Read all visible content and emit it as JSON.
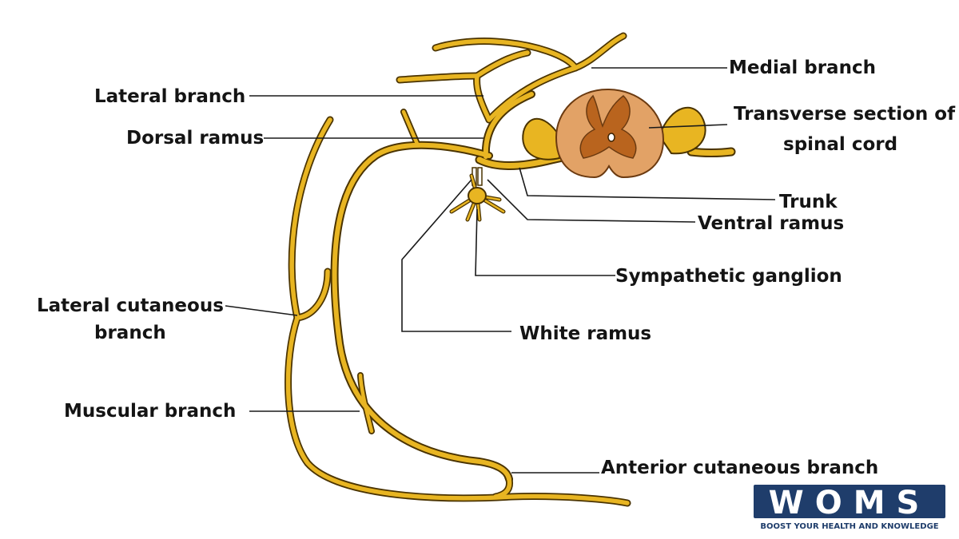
{
  "labels": {
    "medial_branch": "Medial branch",
    "lateral_branch": "Lateral branch",
    "transverse_section_1": "Transverse section of",
    "transverse_section_2": "spinal cord",
    "dorsal_ramus": "Dorsal ramus",
    "trunk": "Trunk",
    "ventral_ramus": "Ventral ramus",
    "sympathetic_ganglion": "Sympathetic ganglion",
    "lateral_cutaneous_1": "Lateral cutaneous",
    "lateral_cutaneous_2": "branch",
    "white_ramus": "White ramus",
    "muscular_branch": "Muscular branch",
    "anterior_cutaneous_branch": "Anterior cutaneous branch"
  },
  "logo": {
    "text": "WOMS",
    "tagline": "BOOST YOUR HEALTH AND KNOWLEDGE"
  },
  "colors": {
    "nerve": "#e8b522",
    "nerve_outline": "#4a3300",
    "cord_outer": "#e2a266",
    "cord_grey_matter": "#b9641e",
    "logo_navy": "#1f3d6b"
  }
}
